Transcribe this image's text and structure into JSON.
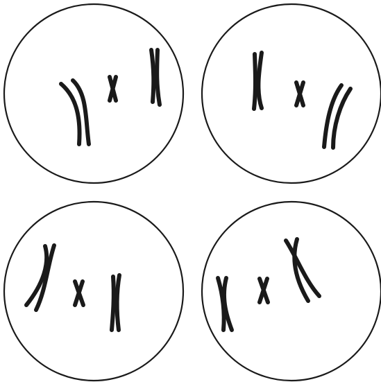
{
  "figure": {
    "cells": [
      {
        "id": "top-left",
        "chromosomes": [
          "long",
          "short",
          "medium"
        ]
      },
      {
        "id": "top-right",
        "chromosomes": [
          "medium",
          "short",
          "long"
        ]
      },
      {
        "id": "bottom-left",
        "chromosomes": [
          "long",
          "short",
          "medium"
        ]
      },
      {
        "id": "bottom-right",
        "chromosomes": [
          "medium",
          "short",
          "long"
        ]
      }
    ],
    "colors": {
      "outline": "#1a1a1a",
      "chromosome": "#1a1a1a",
      "background": "#ffffff"
    }
  }
}
